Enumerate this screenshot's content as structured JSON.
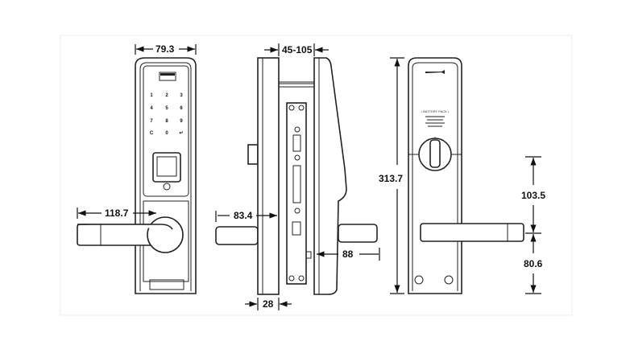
{
  "dimensions": {
    "front_width": "79.3",
    "handle_length": "118.7",
    "door_thickness_range": "45-105",
    "outer_handle_projection": "83.4",
    "inner_handle_projection": "88",
    "plate_depth": "28",
    "total_height": "313.7",
    "thumbturn_to_handle": "103.5",
    "handle_to_bottom": "80.6"
  },
  "keypad": {
    "keys": [
      "1",
      "2",
      "3",
      "4",
      "5",
      "6",
      "7",
      "8",
      "9",
      "C",
      "0",
      "↵"
    ]
  },
  "back_plate": {
    "battery_label": "• BATTERY PACK •"
  }
}
